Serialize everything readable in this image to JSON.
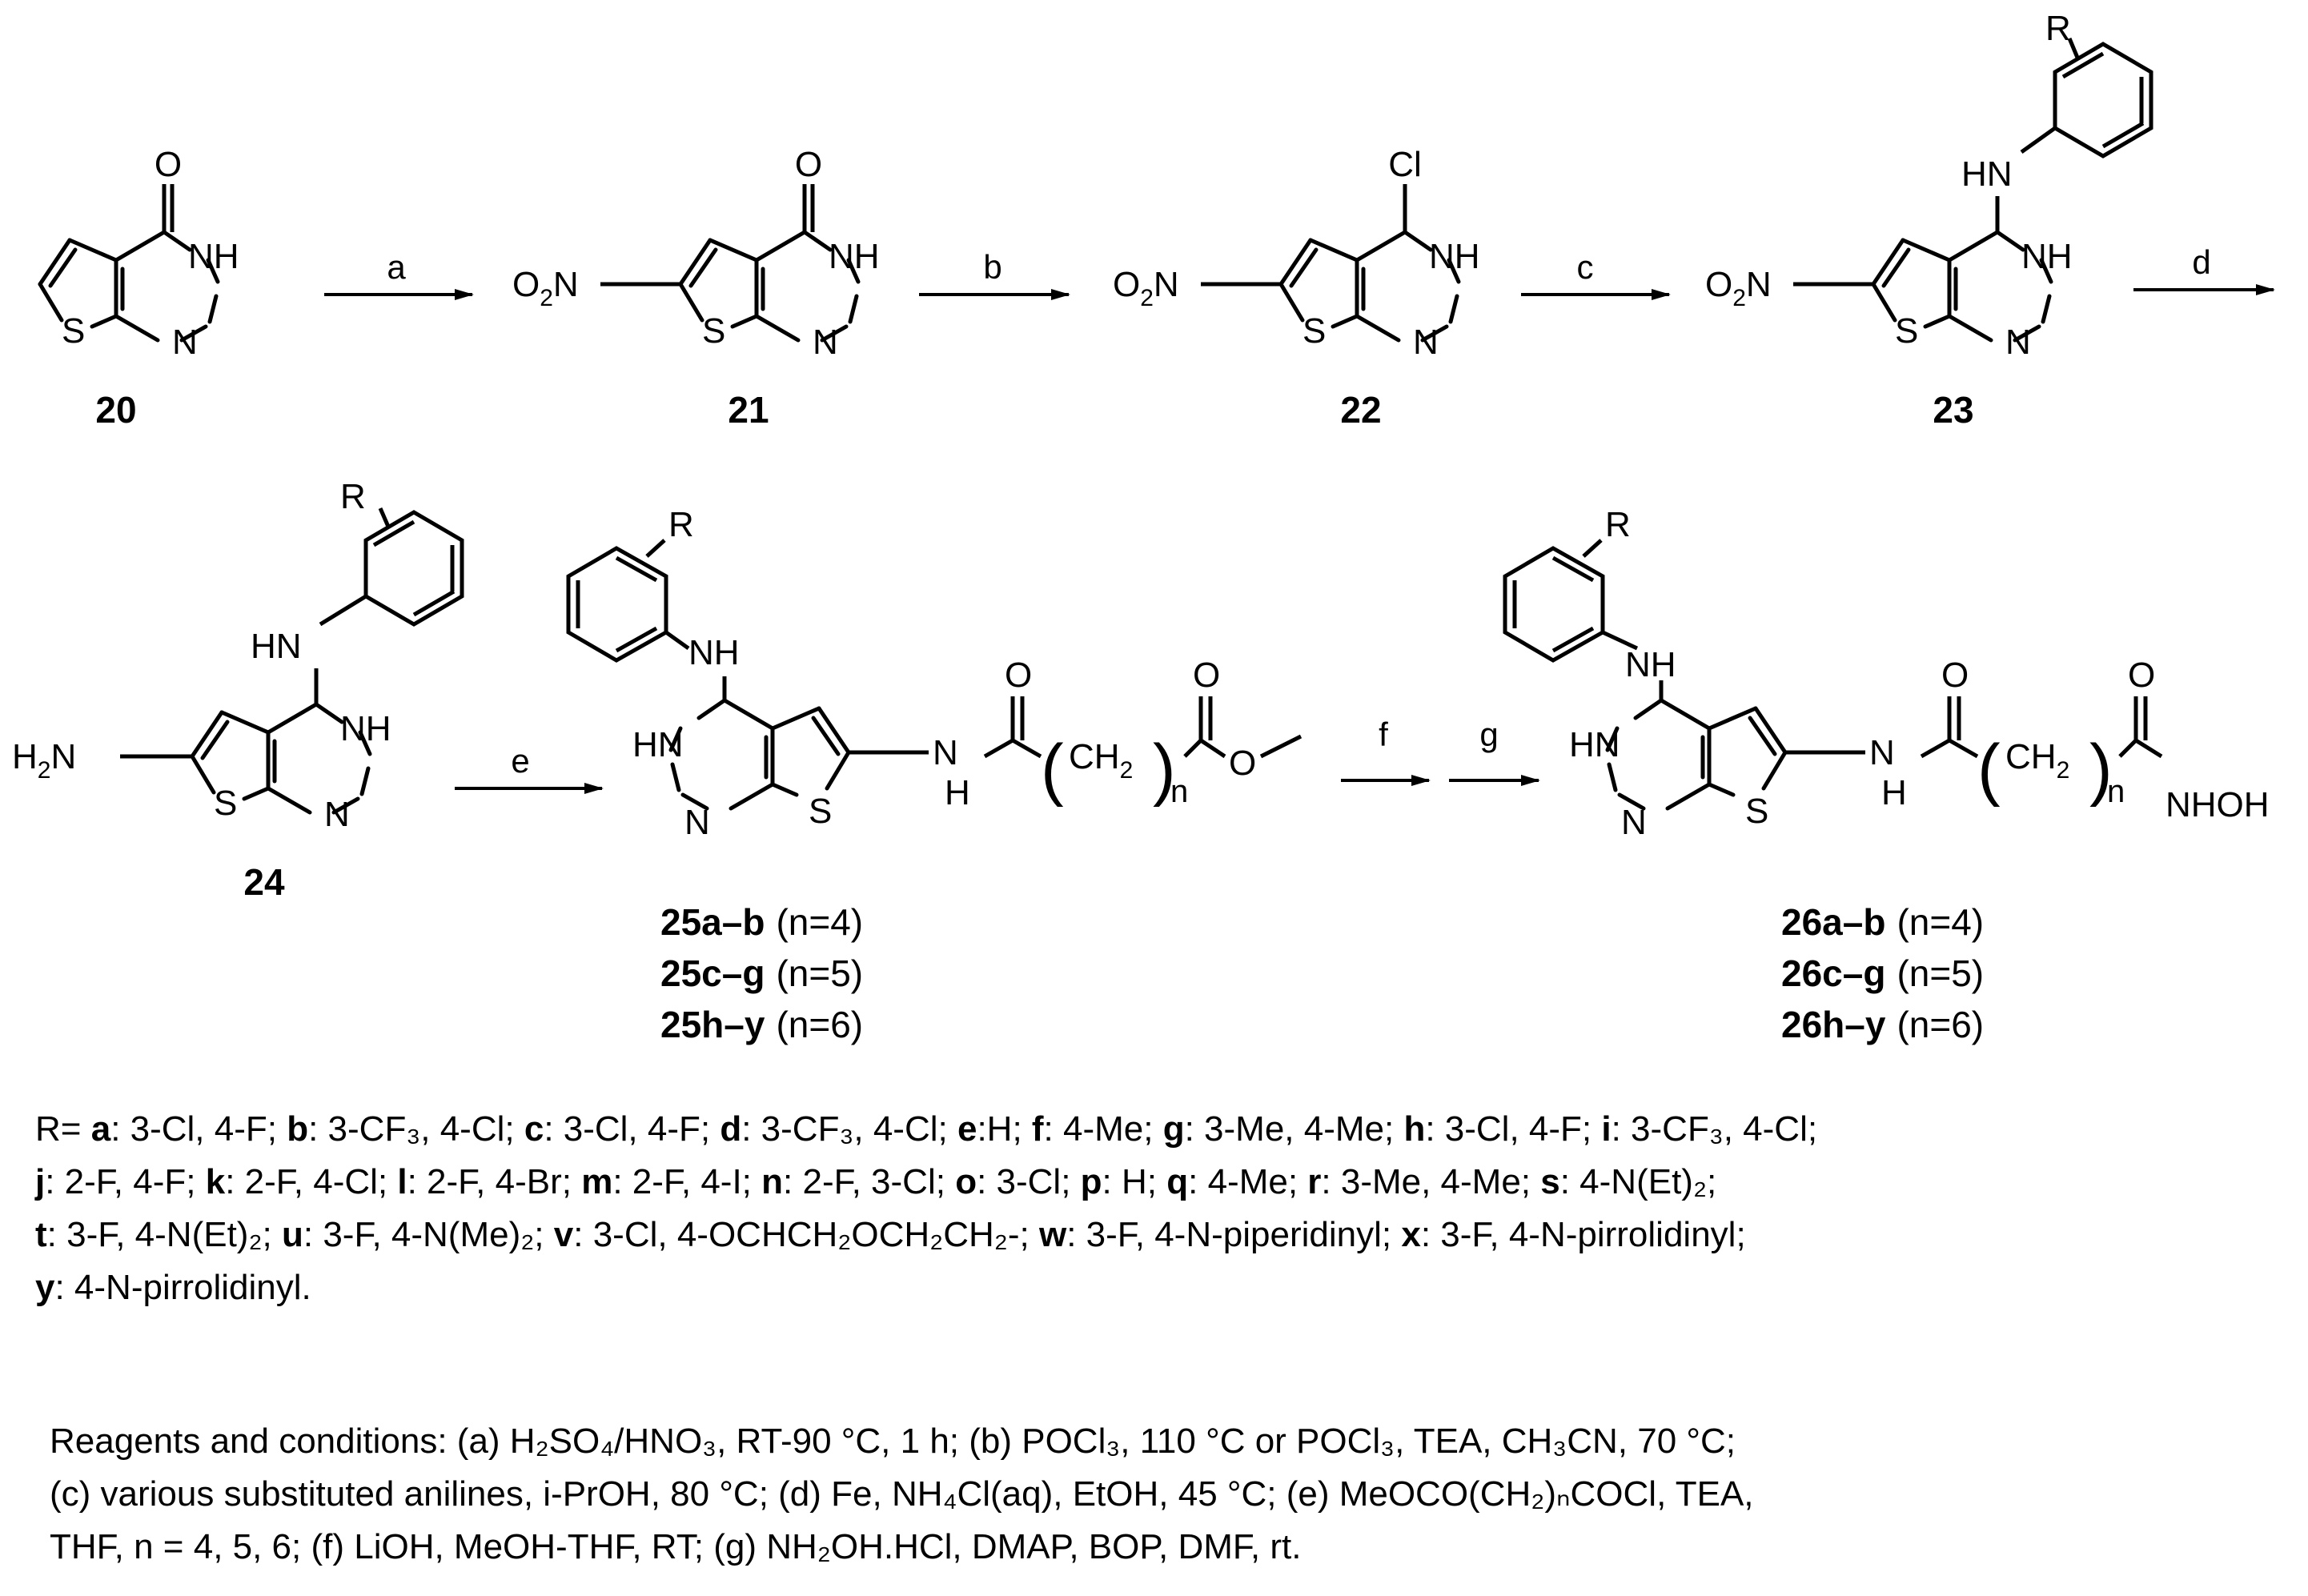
{
  "compounds": {
    "c20": "20",
    "c21": "21",
    "c22": "22",
    "c23": "23",
    "c24": "24"
  },
  "atoms": {
    "o": "O",
    "nh": "NH",
    "hn": "HN",
    "n": "N",
    "s": "S",
    "cl": "Cl",
    "r": "R",
    "h": "H",
    "o2n_o": "O",
    "o2n_sub": "2",
    "o2n_n": "N",
    "h2n_h": "H",
    "h2n_sub": "2",
    "h2n_n": "N",
    "ch2_ch": "CH",
    "ch2_sub": "2",
    "n_sub": "n",
    "nhoh": "NHOH",
    "paren_open": "(",
    "paren_close": ")"
  },
  "arrows": {
    "a": "a",
    "b": "b",
    "c": "c",
    "d": "d",
    "e": "e",
    "f": "f",
    "g": "g"
  },
  "products": {
    "p25": [
      {
        "id": "25a–b",
        "cond": "(n=4)"
      },
      {
        "id": "25c–g",
        "cond": "(n=5)"
      },
      {
        "id": "25h–y",
        "cond": "(n=6)"
      }
    ],
    "p26": [
      {
        "id": "26a–b",
        "cond": "(n=4)"
      },
      {
        "id": "26c–g",
        "cond": "(n=5)"
      },
      {
        "id": "26h–y",
        "cond": "(n=6)"
      }
    ]
  },
  "r_groups": {
    "prefix": "R= ",
    "items": [
      {
        "k": "a",
        "v": ": 3-Cl, 4-F; "
      },
      {
        "k": "b",
        "v": ": 3-CF₃, 4-Cl; "
      },
      {
        "k": "c",
        "v": ": 3-Cl, 4-F; "
      },
      {
        "k": "d",
        "v": ": 3-CF₃, 4-Cl; "
      },
      {
        "k": "e",
        "v": ":H; "
      },
      {
        "k": "f",
        "v": ": 4-Me; "
      },
      {
        "k": "g",
        "v": ": 3-Me, 4-Me; "
      },
      {
        "k": "h",
        "v": ": 3-Cl, 4-F; "
      },
      {
        "k": "i",
        "v": ": 3-CF₃, 4-Cl; "
      },
      {
        "k": "j",
        "v": ": 2-F, 4-F; "
      },
      {
        "k": "k",
        "v": ": 2-F, 4-Cl; "
      },
      {
        "k": "l",
        "v": ":  2-F, 4-Br; "
      },
      {
        "k": "m",
        "v": ": 2-F, 4-I; "
      },
      {
        "k": "n",
        "v": ":  2-F, 3-Cl; "
      },
      {
        "k": "o",
        "v": ": 3-Cl; "
      },
      {
        "k": "p",
        "v": ": H; "
      },
      {
        "k": "q",
        "v": ": 4-Me; "
      },
      {
        "k": "r",
        "v": ": 3-Me, 4-Me; "
      },
      {
        "k": "s",
        "v": ": 4-N(Et)₂; "
      },
      {
        "k": "t",
        "v": ": 3-F, 4-N(Et)₂; "
      },
      {
        "k": "u",
        "v": ": 3-F, 4-N(Me)₂; "
      },
      {
        "k": "v",
        "v": ": 3-Cl, 4-OCHCH₂OCH₂CH₂-; "
      },
      {
        "k": "w",
        "v": ": 3-F, 4-N-piperidinyl; "
      },
      {
        "k": "x",
        "v": ": 3-F, 4-N-pirrolidinyl; "
      },
      {
        "k": "y",
        "v": ": 4-N-pirrolidinyl."
      }
    ]
  },
  "reagents": {
    "lines": [
      "Reagents and conditions: (a)  H₂SO₄/HNO₃, RT-90 °C, 1 h; (b) POCl₃, 110 °C or POCl₃, TEA, CH₃CN, 70 °C;",
      "(c) various substituted anilines, i-PrOH, 80 °C; (d) Fe, NH₄Cl(aq), EtOH, 45 °C; (e) MeOCO(CH₂)ₙCOCl, TEA,",
      "THF,  n = 4, 5, 6;  (f) LiOH, MeOH-THF, RT; (g) NH₂OH.HCl, DMAP, BOP, DMF, rt."
    ]
  }
}
